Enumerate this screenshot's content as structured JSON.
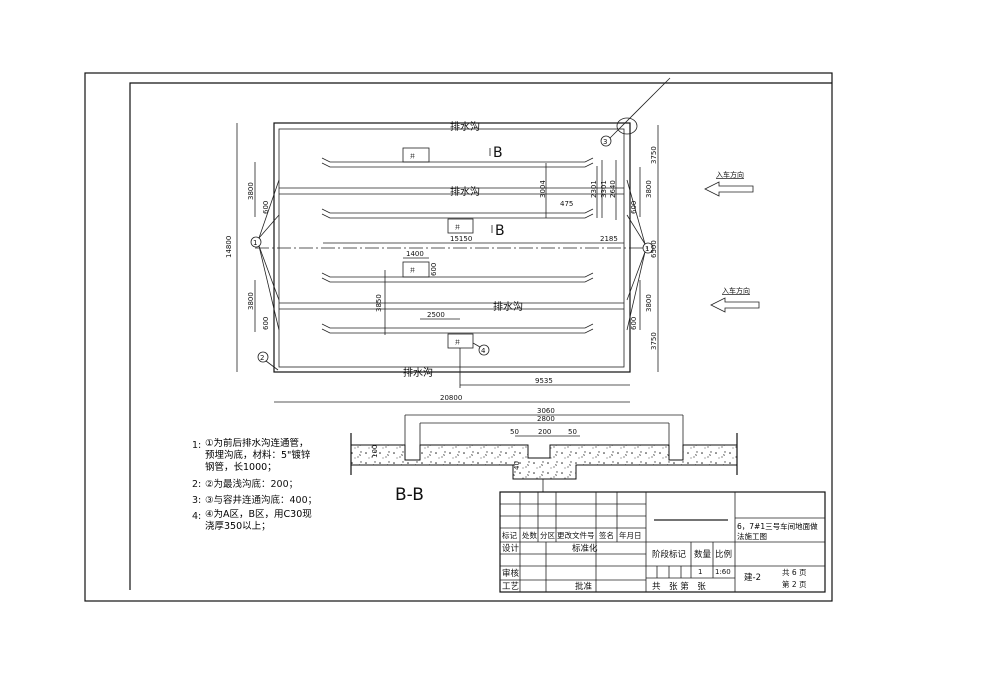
{
  "plan": {
    "ditch_label": "排水沟",
    "section_mark": "B",
    "entry_direction": "入车方向",
    "markers": [
      "1",
      "2",
      "3",
      "4"
    ],
    "box_label": "井",
    "dims": {
      "total_width": "20800",
      "total_height": "14800",
      "offset_right": "9535",
      "strip_length": "15150",
      "end_gap": "2185",
      "notch": "475",
      "box_width": "1400",
      "box_height": "600",
      "box_offset": "2500",
      "box_vertical": "3850",
      "v3004": "3004",
      "v2301": "2301",
      "v3301": "3301",
      "v2640": "2640",
      "left_3800_top": "3800",
      "left_3800_bottom": "3800",
      "left_600_top": "600",
      "left_600_bottom": "600",
      "right_3750_top": "3750",
      "right_3800_top": "3800",
      "right_6500": "6500",
      "right_3800_bottom": "3800",
      "right_3750_bottom": "3750",
      "right_600_top": "600",
      "right_600_bottom": "600"
    }
  },
  "section": {
    "title": "B-B",
    "dims": {
      "outer": "3060",
      "inner": "2800",
      "left": "50",
      "mid": "200",
      "right": "50",
      "depth": "100",
      "pit": "40"
    }
  },
  "notes": [
    {
      "num": "1:",
      "text": "①为前后排水沟连通管，预埋沟底，材料：5\"镀锌钢管，长1000；"
    },
    {
      "num": "2:",
      "text": "②为最浅沟底：200；"
    },
    {
      "num": "3:",
      "text": "③与容井连通沟底：400；"
    },
    {
      "num": "4:",
      "text": "④为A区，B区，用C30现浇厚350以上；"
    }
  ],
  "title_block": {
    "headers": [
      "标记",
      "处数",
      "分区",
      "更改文件号",
      "签名",
      "年月日"
    ],
    "design": "设计",
    "standardization": "标准化",
    "review": "审核",
    "process": "工艺",
    "approve": "批准",
    "stage_mark": "阶段标记",
    "quantity": "数量",
    "scale": "比例",
    "quantity_value": "1",
    "scale_value": "1:60",
    "sheets_text": "共　张 第　张",
    "drawing_title": "6，7#1三号车间地面做法施工图",
    "drawing_no": "建-2",
    "total_pages": "共 6 页",
    "page_no": "第 2 页"
  }
}
